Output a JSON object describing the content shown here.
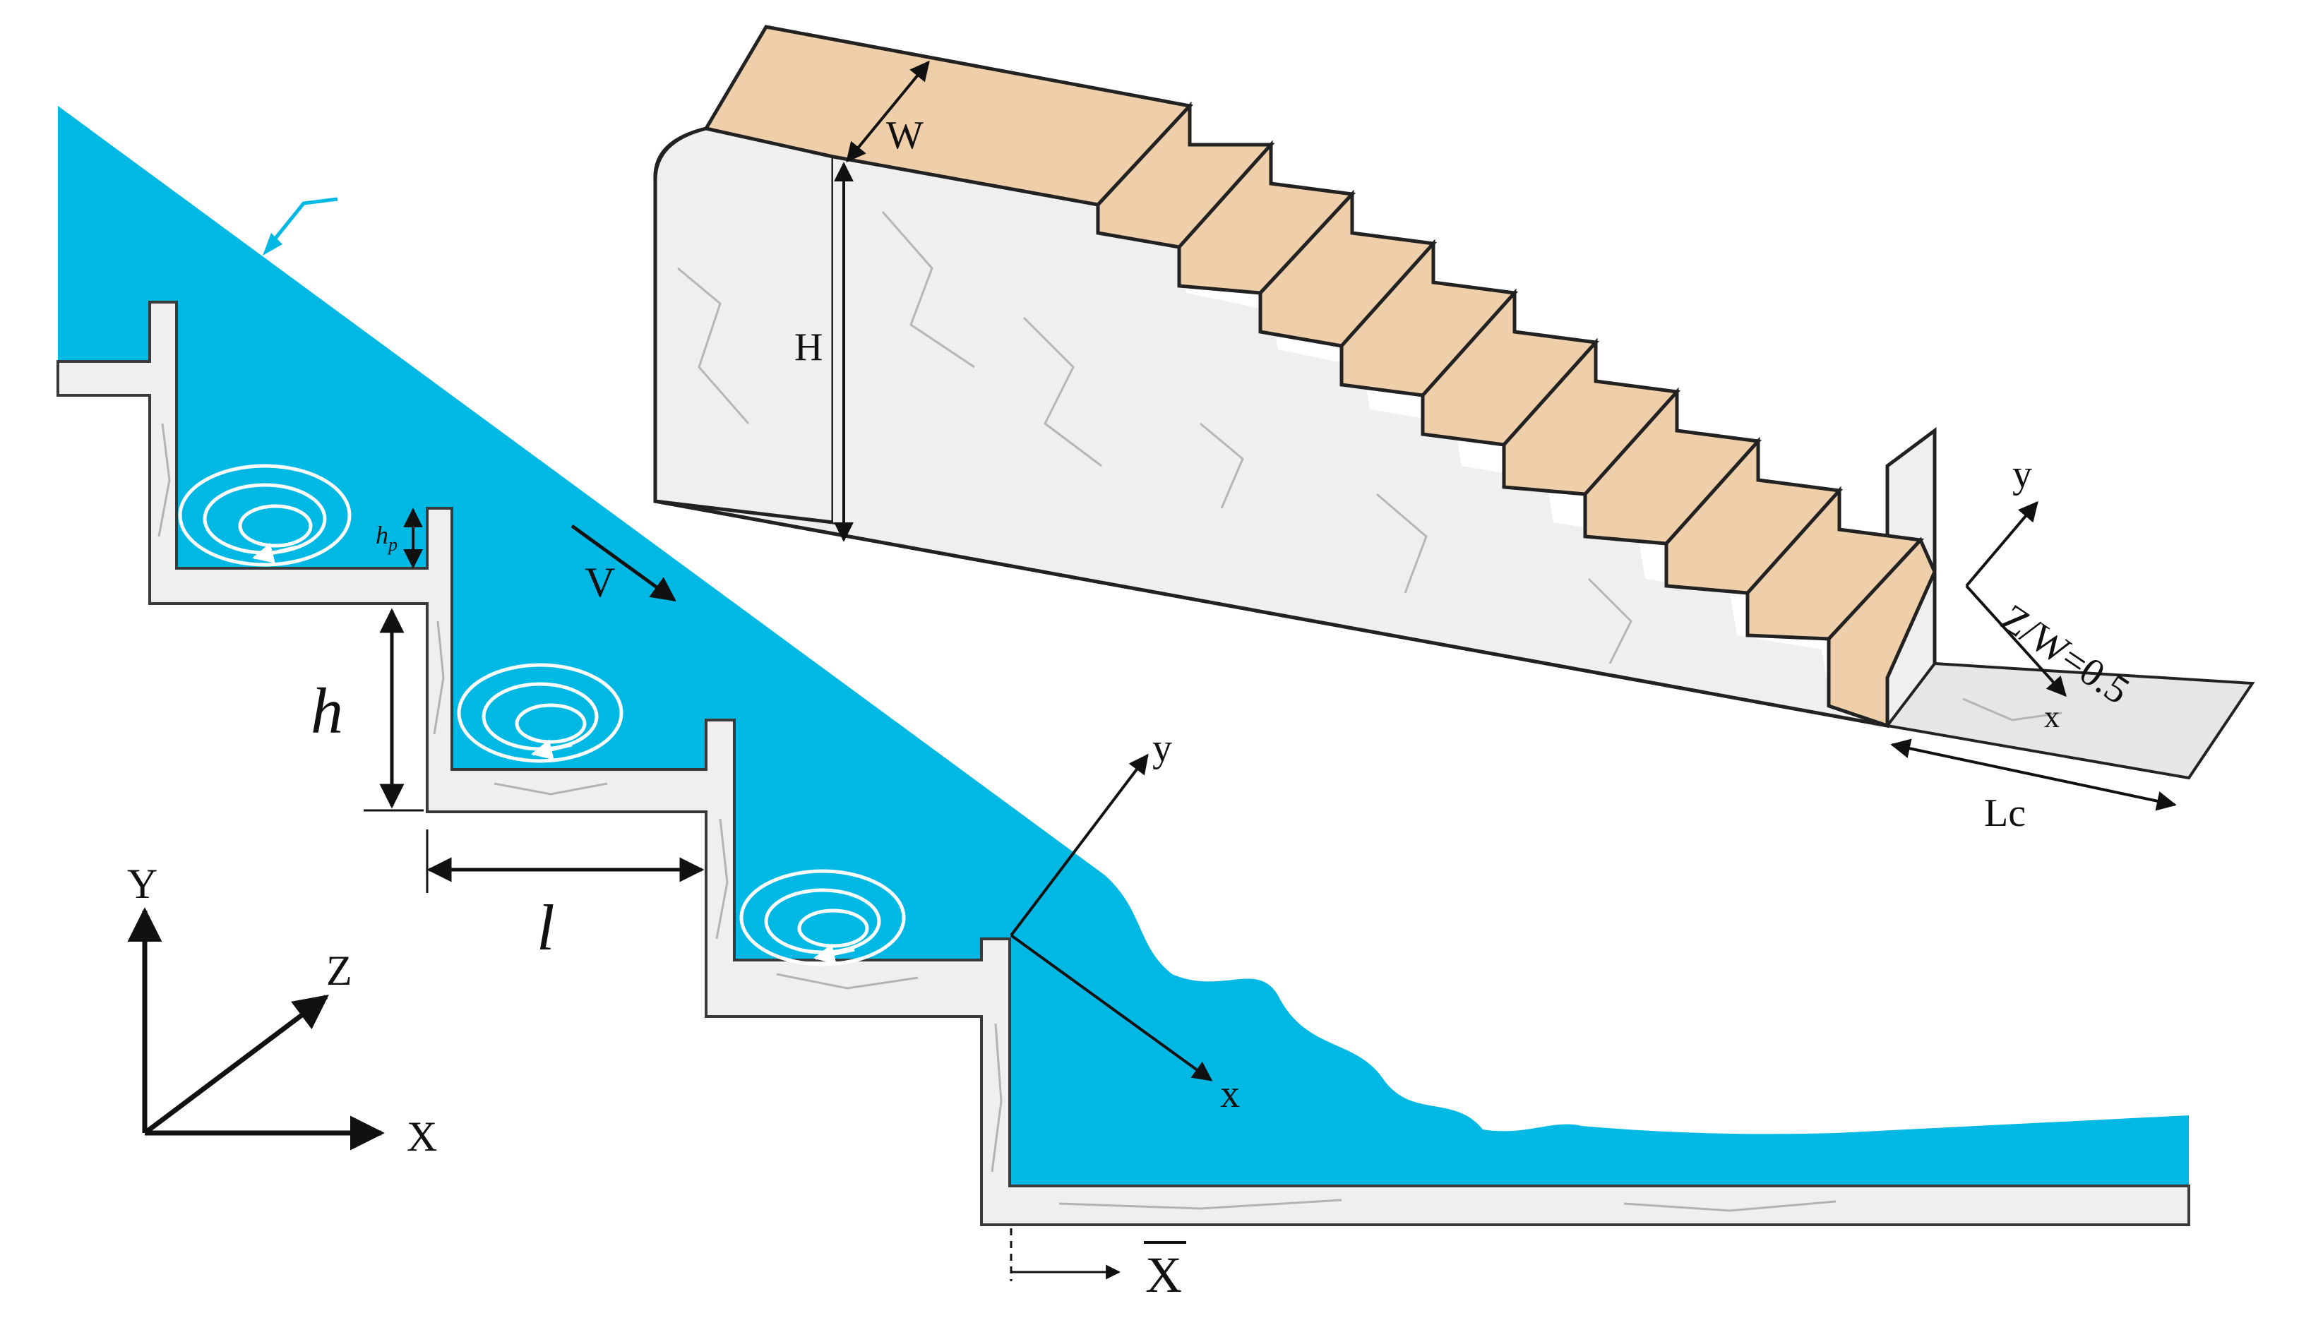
{
  "colors": {
    "water": "#00b8e4",
    "wall": "#efefef",
    "wall_stroke": "#3a3a3a",
    "tread": "#efcfaa",
    "vortex": "#ffffff",
    "background": "#ffffff"
  },
  "profile_labels": {
    "velocity": "V",
    "step_height": "h",
    "pool_height_base": "h",
    "pool_height_sub": "p",
    "step_length": "l",
    "local_x": "x",
    "local_y": "y",
    "distance": "X"
  },
  "axes_labels": {
    "x": "X",
    "y": "Y",
    "z": "Z"
  },
  "model_labels": {
    "width": "W",
    "height": "H",
    "basin_length": "Lc",
    "section": "Z/W=0.5",
    "local_x": "x",
    "local_y": "y"
  },
  "icons": {
    "free_surface_marker": "flow-surface-arrow-icon",
    "vortex": "recirculation-vortex-icon"
  }
}
